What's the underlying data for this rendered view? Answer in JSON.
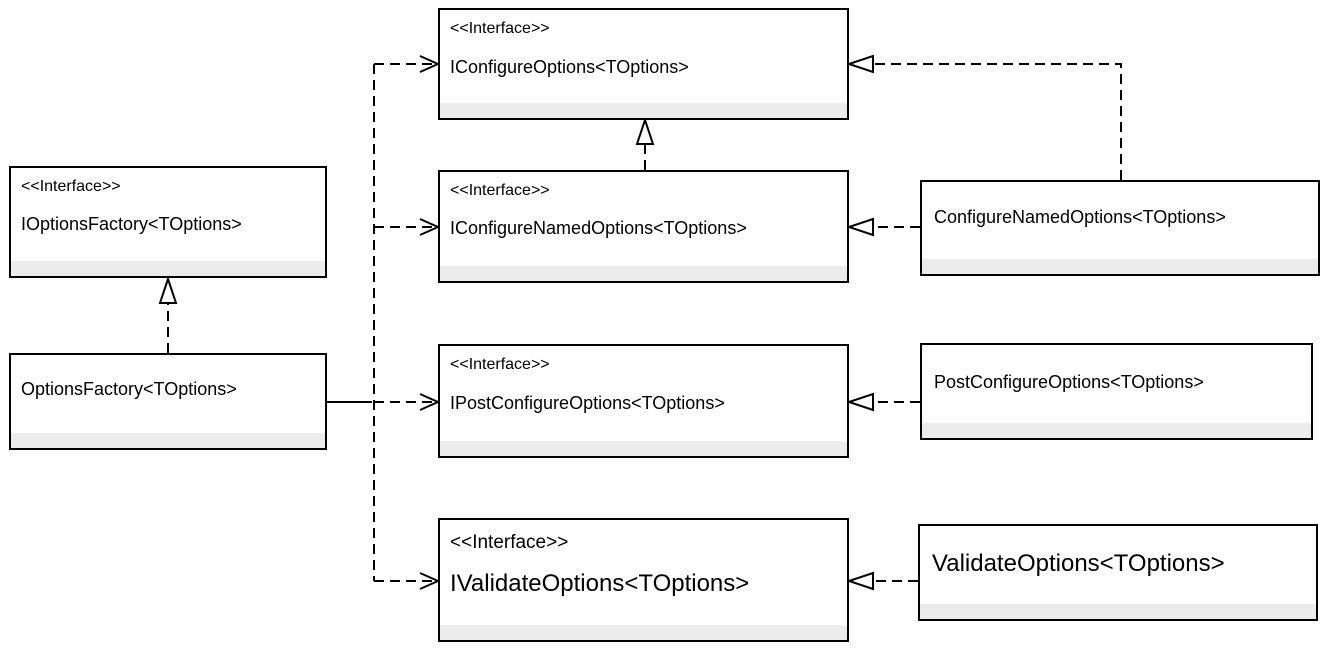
{
  "diagram": {
    "colors": {
      "line": "#000000",
      "box_fill": "#ffffff",
      "compartment_fill": "#ececec"
    },
    "boxes": [
      {
        "id": "i-options-factory",
        "stereotype": "<<Interface>>",
        "name": "IOptionsFactory<TOptions>"
      },
      {
        "id": "options-factory",
        "stereotype": "",
        "name": "OptionsFactory<TOptions>"
      },
      {
        "id": "i-configure-options",
        "stereotype": "<<Interface>>",
        "name": "IConfigureOptions<TOptions>"
      },
      {
        "id": "i-configure-named-options",
        "stereotype": "<<Interface>>",
        "name": "IConfigureNamedOptions<TOptions>"
      },
      {
        "id": "i-post-configure-options",
        "stereotype": "<<Interface>>",
        "name": "IPostConfigureOptions<TOptions>"
      },
      {
        "id": "i-validate-options",
        "stereotype": "<<Interface>>",
        "name": "IValidateOptions<TOptions>"
      },
      {
        "id": "configure-named-options",
        "stereotype": "",
        "name": "ConfigureNamedOptions<TOptions>"
      },
      {
        "id": "post-configure-options",
        "stereotype": "",
        "name": "PostConfigureOptions<TOptions>"
      },
      {
        "id": "validate-options",
        "stereotype": "",
        "name": "ValidateOptions<TOptions>"
      }
    ],
    "relations": [
      {
        "from": "options-factory",
        "to": "i-options-factory",
        "kind": "realization"
      },
      {
        "from": "i-configure-named-options",
        "to": "i-configure-options",
        "kind": "realization"
      },
      {
        "from": "configure-named-options",
        "to": "i-configure-named-options",
        "kind": "realization"
      },
      {
        "from": "configure-named-options",
        "to": "i-configure-options",
        "kind": "realization"
      },
      {
        "from": "post-configure-options",
        "to": "i-post-configure-options",
        "kind": "realization"
      },
      {
        "from": "validate-options",
        "to": "i-validate-options",
        "kind": "realization"
      },
      {
        "from": "options-factory",
        "to": "i-configure-options",
        "kind": "dependency"
      },
      {
        "from": "options-factory",
        "to": "i-configure-named-options",
        "kind": "dependency"
      },
      {
        "from": "options-factory",
        "to": "i-post-configure-options",
        "kind": "dependency"
      },
      {
        "from": "options-factory",
        "to": "i-validate-options",
        "kind": "dependency"
      }
    ]
  }
}
